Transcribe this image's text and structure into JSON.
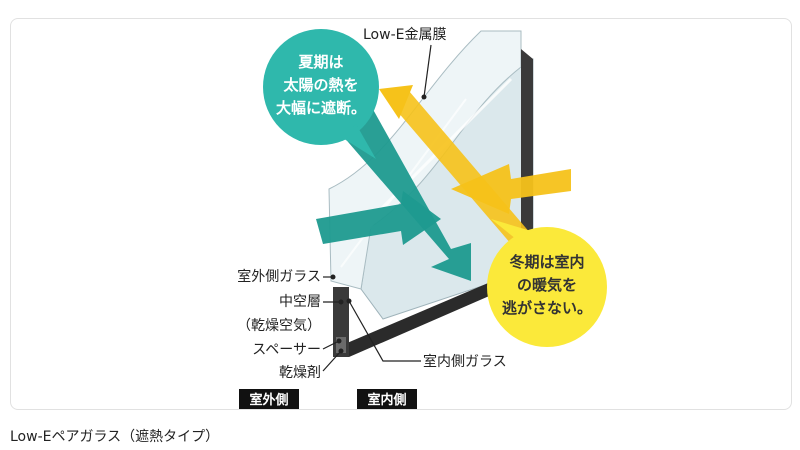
{
  "diagram": {
    "labels": {
      "lowe_film": "Low-E金属膜",
      "outer_glass": "室外側ガラス",
      "air_layer_1": "中空層",
      "air_layer_2": "（乾燥空気）",
      "spacer": "スペーサー",
      "desiccant": "乾燥剤",
      "inner_glass": "室内側ガラス"
    },
    "summer_bubble": [
      "夏期は",
      "太陽の熱を",
      "大幅に遮断。"
    ],
    "winter_bubble": [
      "冬期は室内",
      "の暖気を",
      "逃がさない。"
    ],
    "tags": {
      "outdoor": "室外側",
      "indoor": "室内側"
    },
    "colors": {
      "summer": "#2fb8ac",
      "summer_arrow": "#1d9a8f",
      "winter": "#fbe93a",
      "winter_arrow": "#f6c21a",
      "glass": "#e6f0f3",
      "frame": "#2b2b2b"
    }
  },
  "caption": "Low-Eペアガラス（遮熱タイプ）"
}
